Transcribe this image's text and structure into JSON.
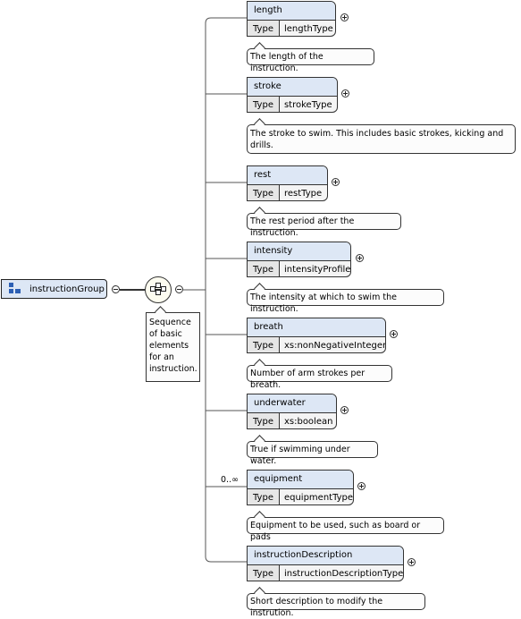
{
  "group": {
    "name": "instructionGroup",
    "icon": "group-icon"
  },
  "sequence": {
    "icon": "sequence-icon",
    "annotation": [
      "Sequence",
      "of basic",
      "elements",
      "for an",
      "instruction."
    ]
  },
  "elements": [
    {
      "name": "length",
      "type_key": "Type",
      "type": "lengthType",
      "annotation": "The length of the instruction.",
      "occurs": ""
    },
    {
      "name": "stroke",
      "type_key": "Type",
      "type": "strokeType",
      "annotation_lines": [
        "The stroke to swim. This includes basic strokes, kicking and",
        "drills."
      ],
      "occurs": ""
    },
    {
      "name": "rest",
      "type_key": "Type",
      "type": "restType",
      "annotation": "The rest period after the instruction.",
      "occurs": ""
    },
    {
      "name": "intensity",
      "type_key": "Type",
      "type": "intensityProfile",
      "annotation": "The intensity at which to swim the instruction.",
      "occurs": ""
    },
    {
      "name": "breath",
      "type_key": "Type",
      "type": "xs:nonNegativeInteger",
      "annotation": "Number of arm strokes per breath.",
      "occurs": ""
    },
    {
      "name": "underwater",
      "type_key": "Type",
      "type": "xs:boolean",
      "annotation": "True if swimming under water.",
      "occurs": ""
    },
    {
      "name": "equipment",
      "type_key": "Type",
      "type": "equipmentType",
      "annotation": "Equipment to be used, such as board or pads",
      "occurs": "0..∞"
    },
    {
      "name": "instructionDescription",
      "type_key": "Type",
      "type": "instructionDescriptionType",
      "annotation": "Short description to modify the instrution.",
      "occurs": ""
    }
  ],
  "colors": {
    "header_fill": "#dde7f5",
    "border": "#333333",
    "group_icon": "#2c5fb4"
  }
}
